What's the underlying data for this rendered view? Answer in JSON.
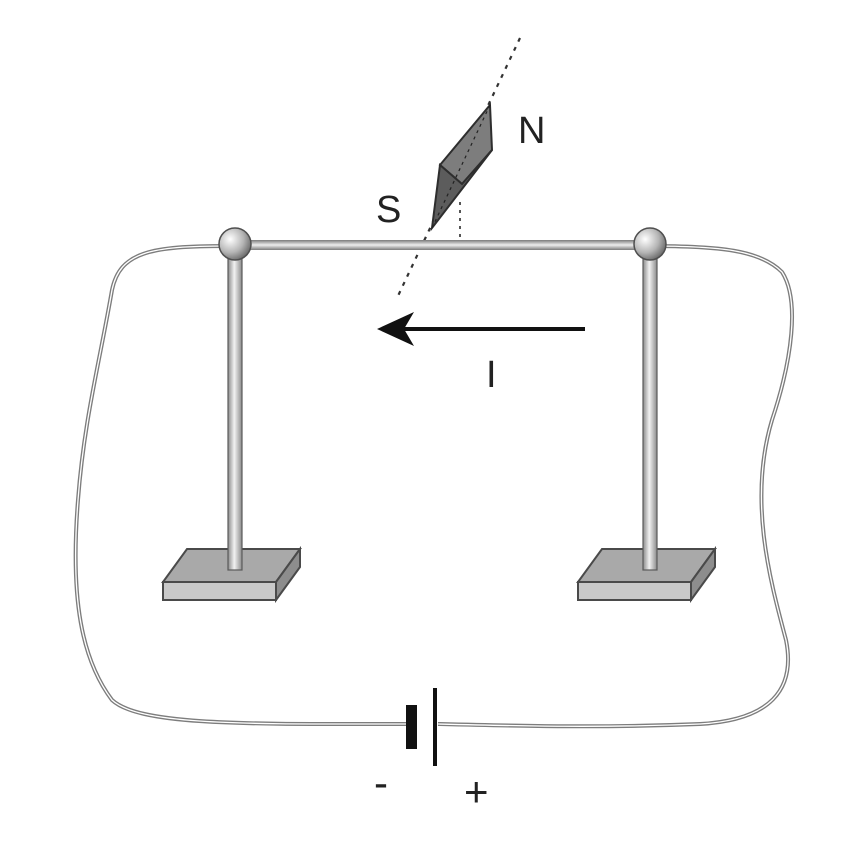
{
  "needle": {
    "north_label": "N",
    "south_label": "S"
  },
  "current": {
    "label": "I"
  },
  "battery": {
    "negative_label": "-",
    "positive_label": "+"
  }
}
